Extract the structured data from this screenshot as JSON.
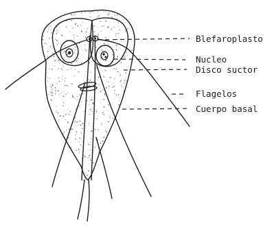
{
  "diagram": {
    "labels": {
      "blefaroplasto": "Blefaroplasto",
      "nucleo": "Nucleo",
      "disco_suctor": "Disco suctor",
      "flagelos": "Flagelos",
      "cuerpo_basal": "Cuerpo basal"
    },
    "colors": {
      "ink": "#1e1e1e",
      "stipple": "#6e6e6e",
      "background": "#ffffff"
    }
  }
}
